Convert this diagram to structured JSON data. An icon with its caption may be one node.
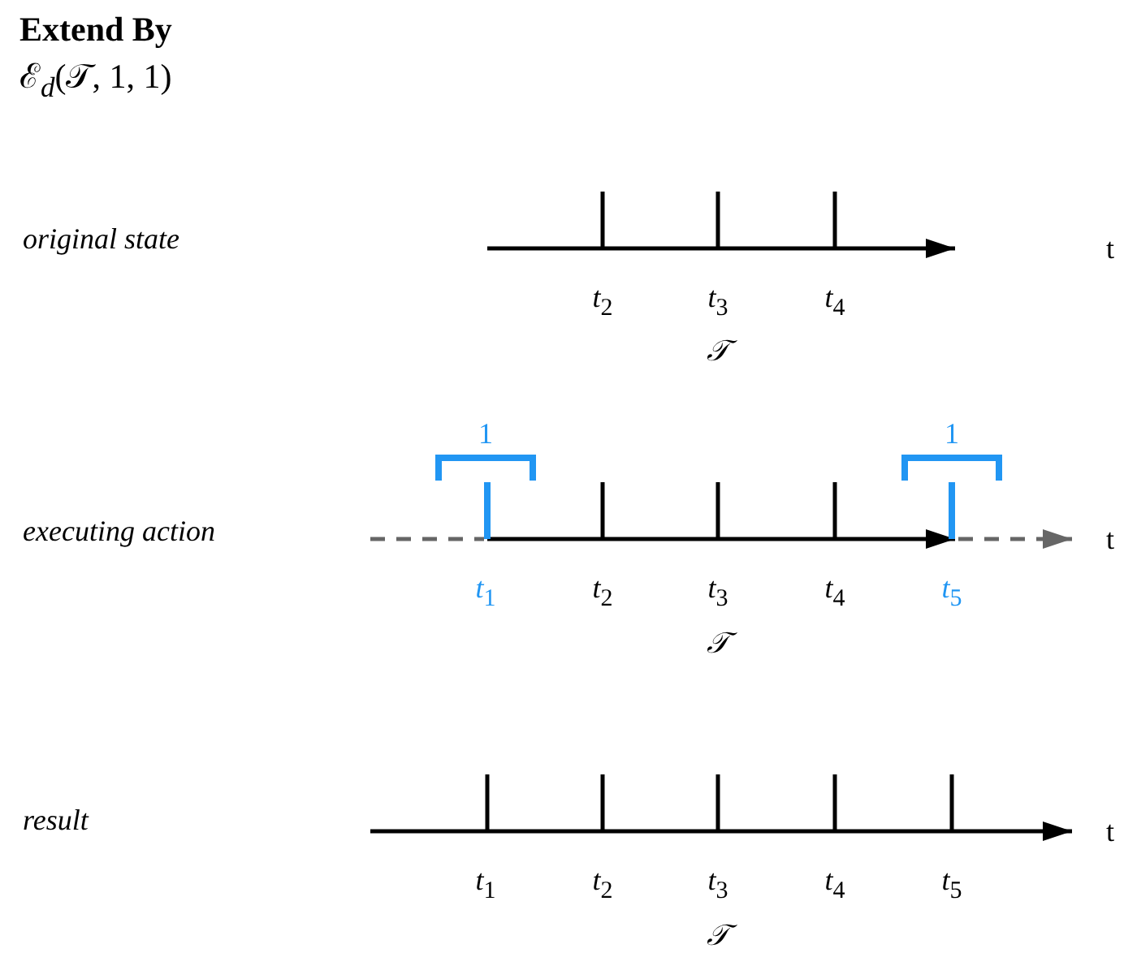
{
  "diagram": {
    "title": "Extend By",
    "labels": [
      "ℰ$_{d}$(𝒯, 1, 1)",
      "original state",
      "t",
      "*t*$_{2}$",
      "*t*$_{3}$",
      "*t*$_{4}$",
      "𝒯",
      "1",
      "1",
      "executing action",
      "t",
      "*t*$_{1}$",
      "*t*$_{2}$",
      "*t*$_{3}$",
      "*t*$_{4}$",
      "*t*$_{5}$",
      "𝒯",
      "result",
      "t",
      "*t*$_{1}$",
      "*t*$_{2}$",
      "*t*$_{3}$",
      "*t*$_{4}$",
      "*t*$_{5}$",
      "𝒯"
    ]
  }
}
